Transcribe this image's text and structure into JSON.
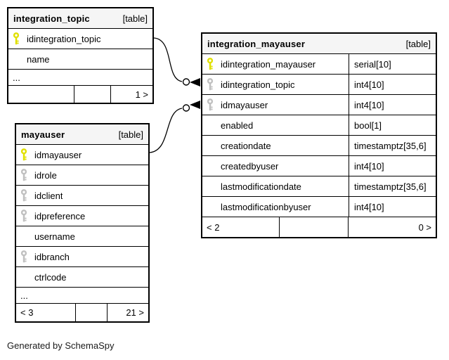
{
  "diagram": {
    "tables": [
      {
        "name": "integration_topic",
        "tag": "[table]",
        "columns": [
          {
            "name": "idintegration_topic",
            "type": "",
            "key": "primary"
          },
          {
            "name": "name",
            "type": "",
            "key": "none"
          }
        ],
        "ellipsis": "...",
        "footer": {
          "left": "",
          "center": "",
          "right": "1 >"
        }
      },
      {
        "name": "mayauser",
        "tag": "[table]",
        "columns": [
          {
            "name": "idmayauser",
            "type": "",
            "key": "primary"
          },
          {
            "name": "idrole",
            "type": "",
            "key": "foreign"
          },
          {
            "name": "idclient",
            "type": "",
            "key": "foreign"
          },
          {
            "name": "idpreference",
            "type": "",
            "key": "foreign"
          },
          {
            "name": "username",
            "type": "",
            "key": "none"
          },
          {
            "name": "idbranch",
            "type": "",
            "key": "foreign"
          },
          {
            "name": "ctrlcode",
            "type": "",
            "key": "none"
          }
        ],
        "ellipsis": "...",
        "footer": {
          "left": "< 3",
          "center": "",
          "right": "21 >"
        }
      },
      {
        "name": "integration_mayauser",
        "tag": "[table]",
        "columns": [
          {
            "name": "idintegration_mayauser",
            "type": "serial[10]",
            "key": "primary"
          },
          {
            "name": "idintegration_topic",
            "type": "int4[10]",
            "key": "foreign"
          },
          {
            "name": "idmayauser",
            "type": "int4[10]",
            "key": "foreign"
          },
          {
            "name": "enabled",
            "type": "bool[1]",
            "key": "none"
          },
          {
            "name": "creationdate",
            "type": "timestamptz[35,6]",
            "key": "none"
          },
          {
            "name": "createdbyuser",
            "type": "int4[10]",
            "key": "none"
          },
          {
            "name": "lastmodificationdate",
            "type": "timestamptz[35,6]",
            "key": "none"
          },
          {
            "name": "lastmodificationbyuser",
            "type": "int4[10]",
            "key": "none"
          }
        ],
        "ellipsis": "",
        "footer": {
          "left": "< 2",
          "center": "",
          "right": "0 >"
        }
      }
    ],
    "relationships": [
      {
        "from": "integration_topic.idintegration_topic",
        "to": "integration_mayauser.idintegration_topic"
      },
      {
        "from": "mayauser.idmayauser",
        "to": "integration_mayauser.idmayauser"
      }
    ],
    "icons": {
      "primary_key": "primary-key-icon",
      "foreign_key": "foreign-key-icon"
    },
    "colors": {
      "primary_key": "#e0e000",
      "foreign_key": "#c0c0c0",
      "header_bg": "#f5f5f5",
      "border": "#000000",
      "background": "#ffffff"
    },
    "footer_note": "Generated by SchemaSpy"
  }
}
